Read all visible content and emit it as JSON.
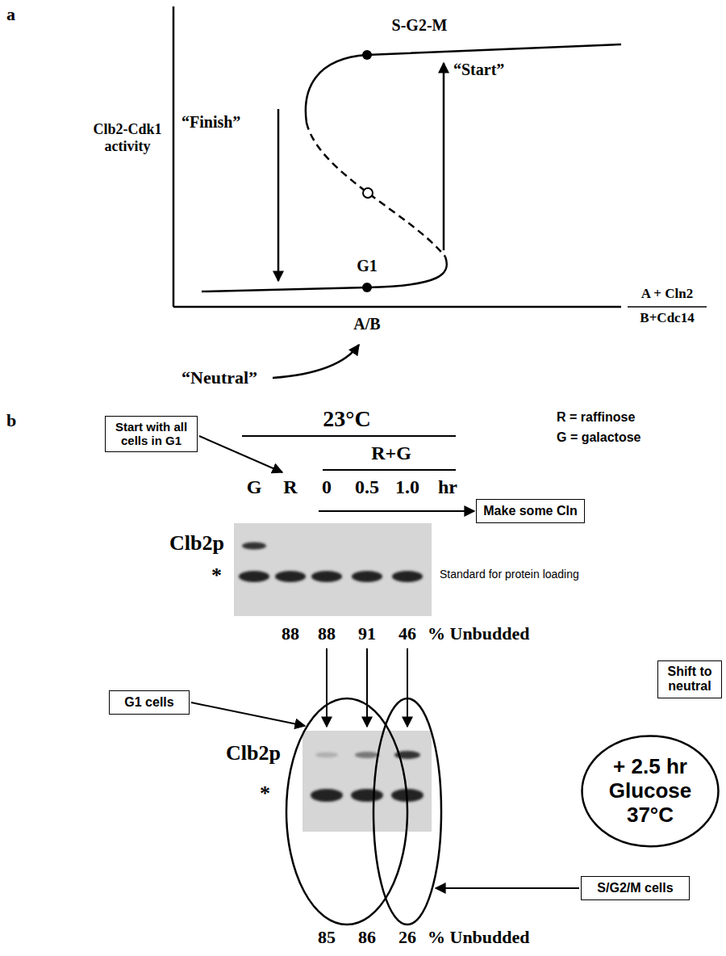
{
  "diagram": {
    "nodes": [
      {
        "text": [
          "Start with all cells in G1"
        ]
      },
      {
        "text": [
          "Make some Cln"
        ]
      },
      {
        "text": [
          "Shift to neutral"
        ]
      },
      {
        "text": [
          "G1 cells"
        ]
      },
      {
        "text": [
          "+ 2.5 hr Glucose 37°C"
        ]
      },
      {
        "text": [
          "S/G2/M cells"
        ]
      }
    ],
    "labels": [
      "a",
      "Clb2-Cdk1 activity",
      "S-G2-M",
      "“Start”",
      "“Finish”",
      "G1",
      "A + Cln2",
      "B+Cdc14",
      "A/B",
      "“Neutral”",
      "b",
      "23°C",
      "R = raffinose",
      "R+G",
      "G = galactose",
      "G",
      "R",
      "0",
      "0.5",
      "1.0",
      "hr",
      "Clb2p",
      "*",
      "Standard for protein loading",
      "88",
      "88",
      "91",
      "46",
      "% Unbudded",
      "Clb2p",
      "*",
      "85",
      "86",
      "26",
      "% Unbudded"
    ]
  }
}
